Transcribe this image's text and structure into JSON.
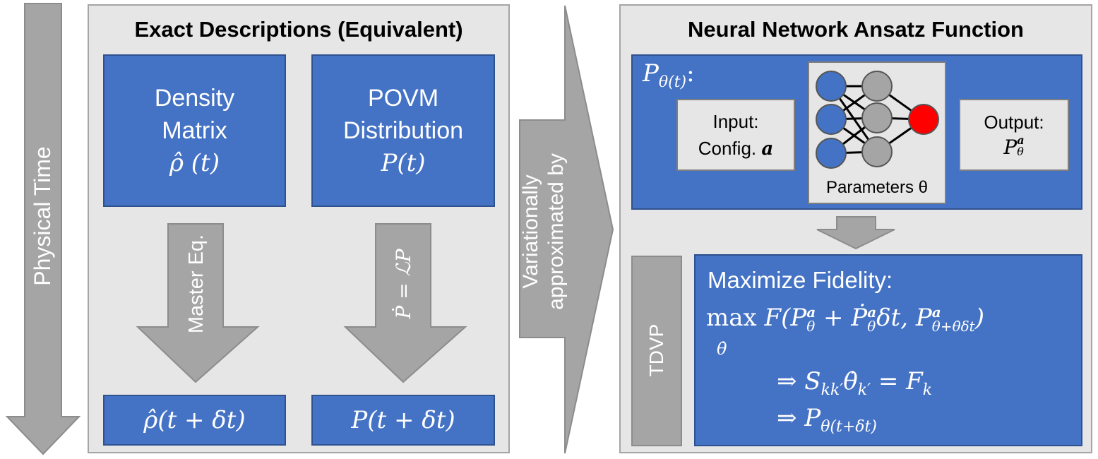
{
  "left_arrow": {
    "label": "Physical Time"
  },
  "exact": {
    "title": "Exact Descriptions (Equivalent)",
    "density": {
      "line1": "Density",
      "line2": "Matrix",
      "symbol": "ρ̂ (t)"
    },
    "povm": {
      "line1": "POVM",
      "line2": "Distribution",
      "symbol": "P(t)"
    },
    "arrow1_label": "Master Eq.",
    "arrow2_label": "Ṗ = ℒP",
    "result1": "ρ̂(t + δt)",
    "result2": "P(t + δt)"
  },
  "middle_arrow": {
    "line1": "Variationally",
    "line2": "approximated by"
  },
  "nn": {
    "title": "Neural Network Ansatz Function",
    "p_label": "P",
    "p_sub": "θ(t)",
    "p_colon": ":",
    "input_line1": "Input:",
    "input_line2": "Config.",
    "input_var": "a",
    "output_line1": "Output:",
    "output_sym": "P",
    "output_sup": "a",
    "output_sub": "θ",
    "params_label": "Parameters θ"
  },
  "tdvp": {
    "label": "TDVP",
    "heading": "Maximize Fidelity:",
    "eq1": "max F(P + Ṗ δt, P )",
    "eq1_under": "θ̇",
    "eq2": "⇒ S θ̇  = F",
    "eq3": "⇒ P"
  },
  "colors": {
    "blue": "#4472c4",
    "grey_arrow": "#a5a5a5",
    "panel": "#e7e6e6",
    "red_node": "#ff0000"
  }
}
